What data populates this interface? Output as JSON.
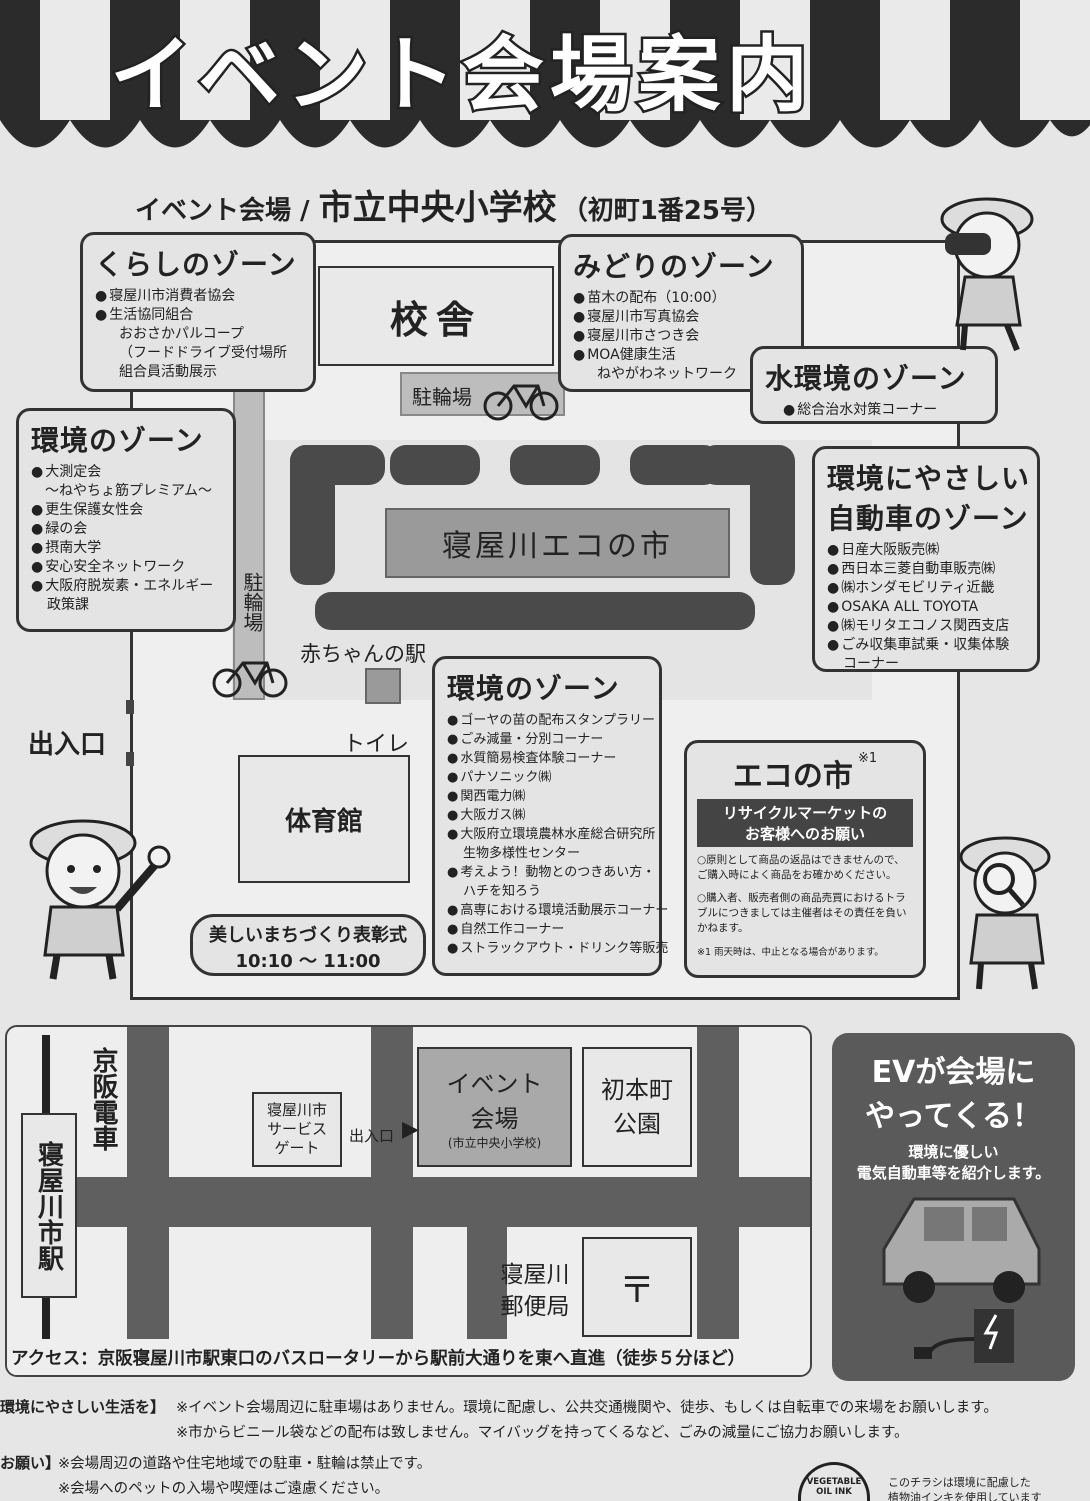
{
  "title": "イベント会場案内",
  "venue_line": {
    "prefix": "イベント会場 / ",
    "name": "市立中央小学校",
    "address": "（初町1番25号）"
  },
  "map": {
    "school_building": "校舎",
    "bike_parking_top": "駐輪場",
    "bike_parking_side": "駐輪場",
    "eco_market": "寝屋川エコの市",
    "baby_station": "赤ちゃんの駅",
    "toilet": "トイレ",
    "gym": "体育館",
    "entrance": "出入口"
  },
  "zones": {
    "kurashi": {
      "title": "くらしのゾーン",
      "items": [
        "寝屋川市消費者協会",
        "生活協同組合"
      ],
      "sub": [
        "おおさかパルコープ",
        "（フードドライブ受付場所",
        "組合員活動展示"
      ]
    },
    "midori": {
      "title": "みどりのゾーン",
      "items": [
        "苗木の配布（10:00）",
        "寝屋川市写真協会",
        "寝屋川市さつき会",
        "MOA健康生活"
      ],
      "sub": [
        "ねやがわネットワーク"
      ]
    },
    "mizu": {
      "title": "水環境のゾーン",
      "items": [
        "総合治水対策コーナー"
      ]
    },
    "kankyo_left": {
      "title": "環境のゾーン",
      "items": [
        "大測定会",
        "更生保護女性会",
        "緑の会",
        "摂南大学",
        "安心安全ネットワーク",
        "大阪府脱炭素・エネルギー"
      ],
      "sub_after_first": "〜ねやちょ筋プレミアム〜",
      "sub_last": "政策課"
    },
    "car": {
      "title_line1": "環境にやさしい",
      "title_line2": "自動車のゾーン",
      "items": [
        "日産大阪販売㈱",
        "西日本三菱自動車販売㈱",
        "㈱ホンダモビリティ近畿",
        "OSAKA ALL TOYOTA",
        "㈱モリタエコノス関西支店",
        "ごみ収集車試乗・収集体験"
      ],
      "sub": [
        "コーナー"
      ]
    },
    "kankyo_center": {
      "title": "環境のゾーン",
      "items": [
        "ゴーヤの苗の配布スタンプラリー",
        "ごみ減量・分別コーナー",
        "水質簡易検査体験コーナー",
        "パナソニック㈱",
        "関西電力㈱",
        "大阪ガス㈱",
        "大阪府立環境農林水産総合研究所",
        "考えよう！動物とのつきあい方・",
        "高専における環境活動展示コーナー",
        "自然工作コーナー",
        "ストラックアウト・ドリンク等販売"
      ],
      "sub_research": "生物多様性センター",
      "sub_hachi": "ハチを知ろう"
    }
  },
  "eco_market_box": {
    "title": "エコの市",
    "note_mark": "※1",
    "banner_line1": "リサイクルマーケットの",
    "banner_line2": "お客様へのお願い",
    "p1": "○原則として商品の返品はできませんので、ご購入時によく商品をお確かめください。",
    "p2": "○購入者、販売者側の商品売買におけるトラブルにつきましては主催者はその責任を負いかねます。",
    "footnote": "※1 雨天時は、中止となる場合があります。"
  },
  "award": {
    "title": "美しいまちづくり表彰式",
    "time": "10:10 〜 11:00"
  },
  "access_map": {
    "railway": "京阪電車",
    "station": "寝屋川市駅",
    "gate": "寝屋川市サービスゲート",
    "entrance": "出入口",
    "venue_line1": "イベント",
    "venue_line2": "会場",
    "venue_sub": "(市立中央小学校)",
    "park": "初本町公園",
    "post_office": "寝屋川郵便局",
    "post_mark": "〒",
    "access_text": "アクセス：京阪寝屋川市駅東口のバスロータリーから駅前大通りを東へ直進（徒歩５分ほど）"
  },
  "ev_box": {
    "title_line1": "EVが会場に",
    "title_line2": "やってくる！",
    "sub_line1": "環境に優しい",
    "sub_line2": "電気自動車等を紹介します。"
  },
  "notes": {
    "label1": "環境にやさしい生活を】",
    "line1": "※イベント会場周辺に駐車場はありません。環境に配慮し、公共交通機関や、徒歩、もしくは自転車での来場をお願いします。",
    "line2": "※市からビニール袋などの配布は致しません。マイバッグを持ってくるなど、ごみの減量にご協力お願いします。",
    "label2": "お願い】",
    "line3": "※会場周辺の道路や住宅地域での駐車・駐輪は禁止です。",
    "line4": "※会場へのペットの入場や喫煙はご遠慮ください。",
    "logo": "VEGETABLE OIL INK",
    "footer_line1": "このチラシは環境に配慮した",
    "footer_line2": "植物油インキを使用しています"
  }
}
